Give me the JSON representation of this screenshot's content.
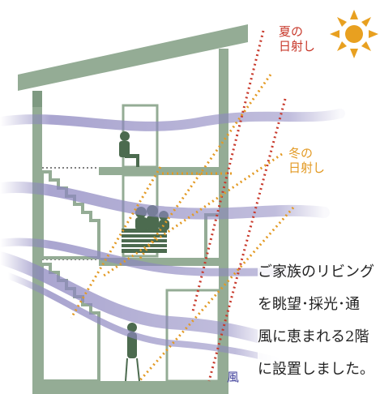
{
  "labels": {
    "summer": [
      "夏の",
      "日射し"
    ],
    "winter": [
      "冬の",
      "日射し"
    ],
    "wind": "風"
  },
  "caption": [
    "ご家族のリビング",
    "を眺望･採光･通",
    "風に恵まれる2階",
    "に設置しました。"
  ],
  "colors": {
    "building": "#94ac95",
    "building_dark": "#7f9a82",
    "wind_flow": "#8d87c0",
    "summer_sun": "#c8392b",
    "winter_sun": "#e39a24",
    "sun_icon": "#e8a020",
    "figure": "#4c6b4f"
  },
  "icons": [
    "sun-icon"
  ]
}
